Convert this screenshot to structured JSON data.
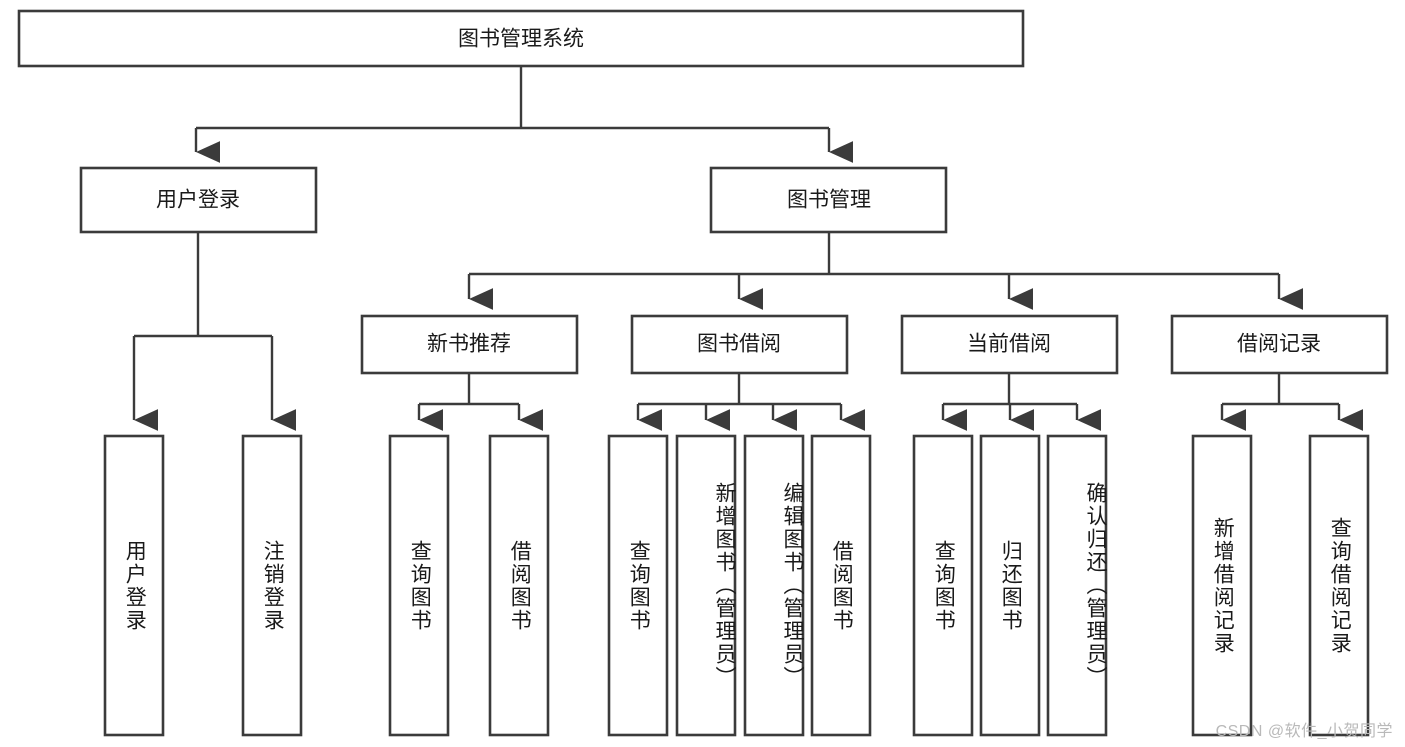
{
  "diagram": {
    "type": "tree-hierarchy-diagram",
    "title": "图书管理系统",
    "watermark": "CSDN @软件_小贺同学",
    "colors": {
      "box_fill": "#ffffff",
      "box_stroke": "#3b3b3b",
      "connector": "#3b3b3b",
      "text": "#1a1a1a",
      "watermark": "#b9b9b9",
      "background": "#ffffff"
    },
    "levels": {
      "root": {
        "label": "图书管理系统"
      },
      "level2": [
        {
          "label": "用户登录"
        },
        {
          "label": "图书管理"
        }
      ],
      "level3": [
        {
          "label": "新书推荐",
          "parent": "图书管理"
        },
        {
          "label": "图书借阅",
          "parent": "图书管理"
        },
        {
          "label": "当前借阅",
          "parent": "图书管理"
        },
        {
          "label": "借阅记录",
          "parent": "图书管理"
        }
      ],
      "leaves": [
        {
          "label": "用户登录",
          "parent": "用户登录"
        },
        {
          "label": "注销登录",
          "parent": "用户登录"
        },
        {
          "label": "查询图书",
          "parent": "新书推荐"
        },
        {
          "label": "借阅图书",
          "parent": "新书推荐"
        },
        {
          "label": "查询图书",
          "parent": "图书借阅"
        },
        {
          "label": "新增图书（管理员）",
          "parent": "图书借阅"
        },
        {
          "label": "编辑图书（管理员）",
          "parent": "图书借阅"
        },
        {
          "label": "借阅图书",
          "parent": "图书借阅"
        },
        {
          "label": "查询图书",
          "parent": "当前借阅"
        },
        {
          "label": "归还图书",
          "parent": "当前借阅"
        },
        {
          "label": "确认归还（管理员）",
          "parent": "当前借阅"
        },
        {
          "label": "新增借阅记录",
          "parent": "借阅记录"
        },
        {
          "label": "查询借阅记录",
          "parent": "借阅记录"
        }
      ]
    }
  }
}
